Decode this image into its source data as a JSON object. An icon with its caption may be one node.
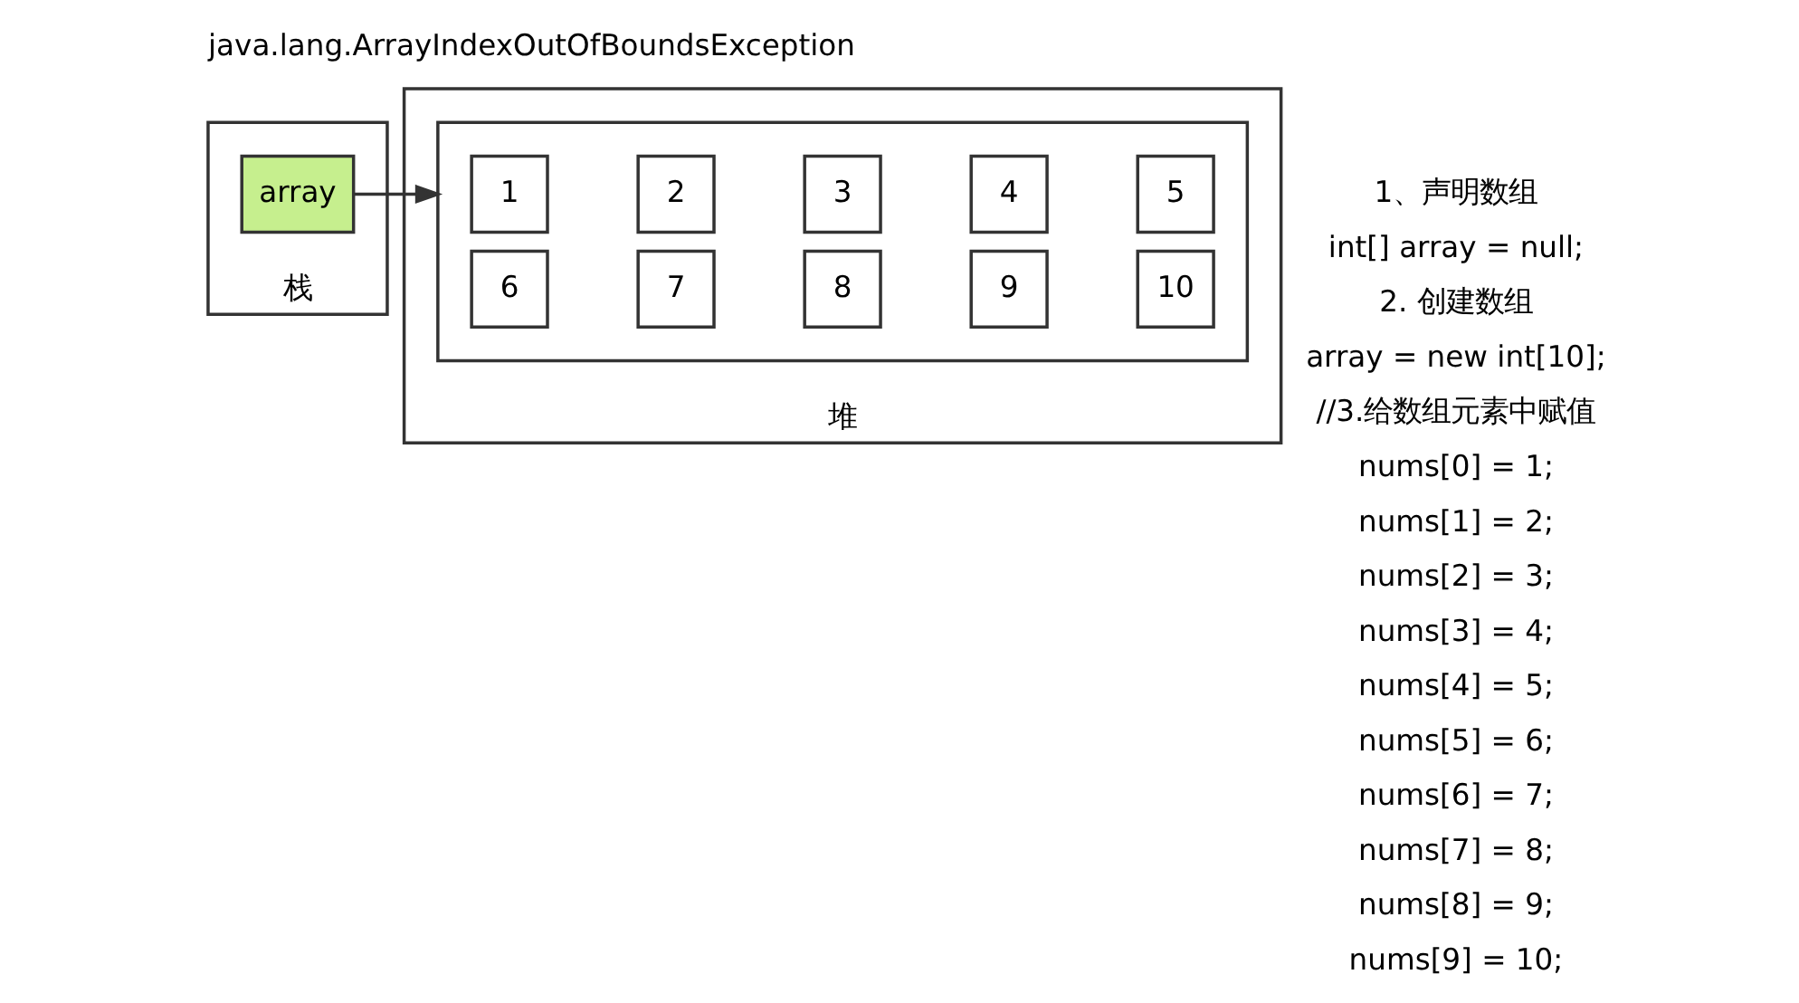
{
  "diagram": {
    "title": "java.lang.ArrayIndexOutOfBoundsException",
    "nodes": [
      {
        "text": [
          "栈"
        ]
      },
      {
        "text": [
          "堆"
        ]
      },
      {
        "text": [],
        "shape": "box",
        "in": 1
      },
      {
        "text": [
          "1"
        ],
        "in": 2
      },
      {
        "text": [
          "2"
        ],
        "in": 2
      },
      {
        "text": [
          "3"
        ],
        "in": 2
      },
      {
        "text": [
          "4"
        ],
        "in": 2
      },
      {
        "text": [
          "5"
        ],
        "in": 2
      },
      {
        "text": [
          "6"
        ],
        "in": 2
      },
      {
        "text": [
          "7"
        ],
        "in": 2
      },
      {
        "text": [
          "8"
        ],
        "in": 2
      },
      {
        "text": [
          "9"
        ],
        "in": 2
      },
      {
        "text": [
          "10"
        ],
        "in": 2
      },
      {
        "text": [
          "array"
        ],
        "in": 0
      }
    ],
    "edges": [
      {
        "from": 13,
        "to": 2,
        "arrow": "to"
      }
    ],
    "labels": [
      "1、声明数组",
      "int[] array = null;",
      "2. 创建数组",
      "array = new int[10];",
      "//3.给数组元素中赋值",
      "nums[0] = 1;",
      "nums[1] = 2;",
      "nums[2] = 3;",
      "nums[3] = 4;",
      "nums[4] = 5;",
      "nums[5] = 6;",
      "nums[6] = 7;",
      "nums[7] = 8;",
      "nums[8] = 9;",
      "nums[9] = 10;"
    ]
  }
}
